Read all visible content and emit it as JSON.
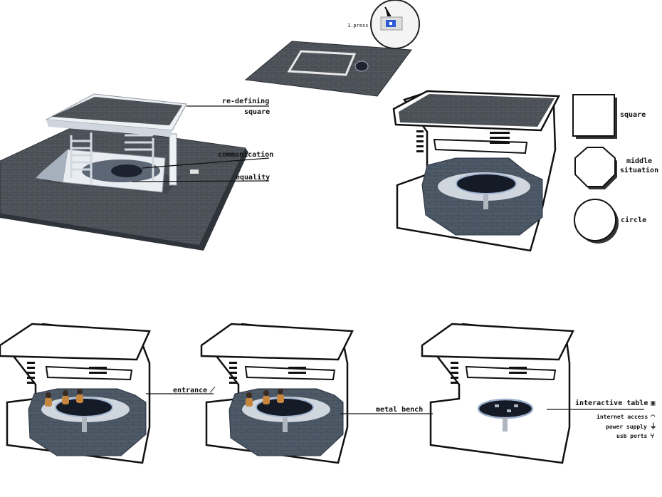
{
  "panel_top_center": {
    "press_label": "1.press"
  },
  "panel_top_left": {
    "labels": {
      "redefining_line1": "re-defining",
      "redefining_line2": "square",
      "communication": "communication",
      "equality": "equality"
    }
  },
  "legend": {
    "items": [
      {
        "shape": "square",
        "label": "square"
      },
      {
        "shape": "octagon",
        "label_line1": "middle",
        "label_line2": "situation"
      },
      {
        "shape": "circle",
        "label": "circle"
      }
    ]
  },
  "panel_bottom": {
    "entrance": "entrance",
    "metal_bench": "metal bench",
    "interactive_table": "interactive table",
    "features": [
      {
        "label": "internet access",
        "icon": "wifi-icon"
      },
      {
        "label": "power supply",
        "icon": "plug-icon"
      },
      {
        "label": "usb ports",
        "icon": "usb-icon"
      }
    ]
  },
  "colors": {
    "paving": "#4a4e55",
    "bench": "#4d5866",
    "table": "#1b2230",
    "outline": "#111111"
  }
}
